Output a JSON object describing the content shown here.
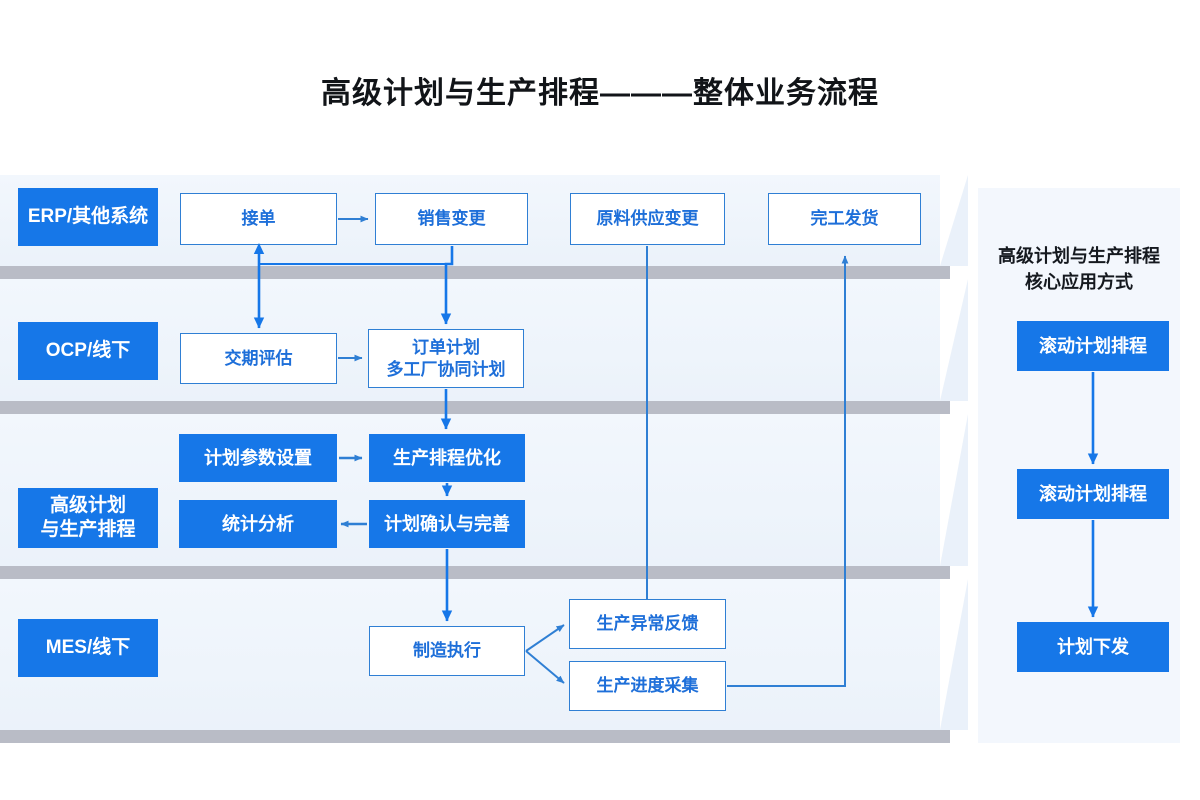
{
  "page": {
    "title": "高级计划与生产排程———整体业务流程",
    "background": "#ffffff",
    "accent_blue": "#1677e8",
    "outline_blue": "#2f7fd4",
    "lane_separator_gray": "#b9bcc6",
    "lane_fill": "#eef4fb",
    "panel_fill": "#f3f7fd"
  },
  "lanes": [
    {
      "id": "erp",
      "label": "ERP/其他系统"
    },
    {
      "id": "ocp",
      "label": "OCP/线下"
    },
    {
      "id": "aps",
      "label": "高级计划\n与生产排程"
    },
    {
      "id": "mes",
      "label": "MES/线下"
    }
  ],
  "nodes": {
    "order_intake": {
      "label": "接单",
      "style": "outline"
    },
    "sales_change": {
      "label": "销售变更",
      "style": "outline"
    },
    "material_change": {
      "label": "原料供应变更",
      "style": "outline"
    },
    "finish_shipment": {
      "label": "完工发货",
      "style": "outline"
    },
    "delivery_eval": {
      "label": "交期评估",
      "style": "outline"
    },
    "order_plan": {
      "label": "订单计划\n多工厂协同计划",
      "style": "outline"
    },
    "plan_params": {
      "label": "计划参数设置",
      "style": "filled"
    },
    "schedule_optimize": {
      "label": "生产排程优化",
      "style": "filled"
    },
    "statistics": {
      "label": "统计分析",
      "style": "filled"
    },
    "plan_confirm": {
      "label": "计划确认与完善",
      "style": "filled"
    },
    "manufacturing": {
      "label": "制造执行",
      "style": "outline"
    },
    "exception_feedback": {
      "label": "生产异常反馈",
      "style": "outline"
    },
    "progress_collect": {
      "label": "生产进度采集",
      "style": "outline"
    }
  },
  "right_panel": {
    "title": "高级计划与生产排程\n核心应用方式",
    "steps": [
      {
        "id": "rolling_plan_1",
        "label": "滚动计划排程"
      },
      {
        "id": "rolling_plan_2",
        "label": "滚动计划排程"
      },
      {
        "id": "plan_release",
        "label": "计划下发"
      }
    ]
  }
}
